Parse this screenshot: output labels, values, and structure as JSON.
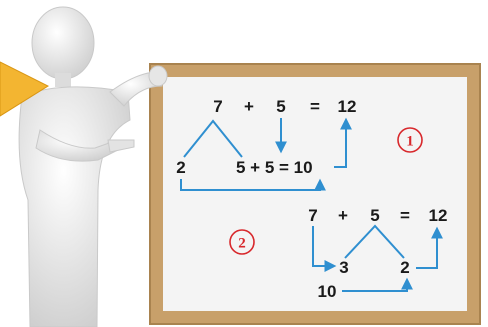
{
  "colors": {
    "frame": "#c8a06a",
    "frame_dark": "#a9834f",
    "board": "#f4f4f4",
    "arrow": "#2f8fd0",
    "badge": "#d8282c",
    "figure": "#e9e9e9",
    "pointer": "#f3b531"
  },
  "icons": {
    "figure": "3d-presenter-figure-icon",
    "pointer": "yellow-arrow-pointer-icon"
  },
  "method1": {
    "badge": "1",
    "addend1": "7",
    "plus": "+",
    "addend2": "5",
    "equals": "=",
    "result": "12",
    "split_left": "2",
    "split_right_equation": "5 + 5 = 10"
  },
  "method2": {
    "badge": "2",
    "addend1": "7",
    "plus": "+",
    "addend2": "5",
    "equals": "=",
    "result": "12",
    "split_left": "3",
    "split_right": "2",
    "sum": "10"
  }
}
